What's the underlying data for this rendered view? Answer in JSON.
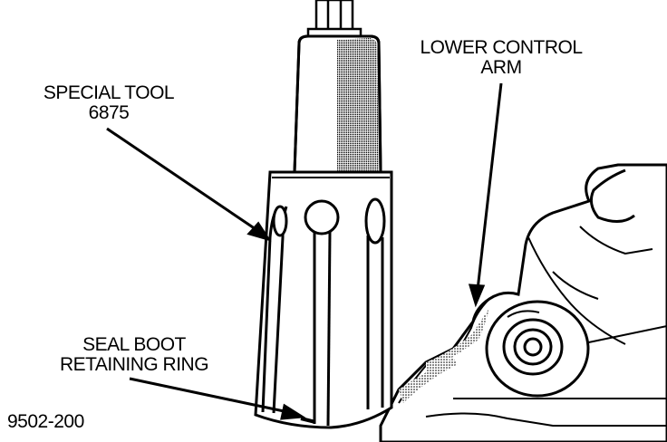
{
  "labels": {
    "special_tool_line1": "SPECIAL TOOL",
    "special_tool_line2": "6875",
    "lower_control_arm_line1": "LOWER CONTROL",
    "lower_control_arm_line2": "ARM",
    "seal_boot_line1": "SEAL BOOT",
    "seal_boot_line2": "RETAINING RING",
    "figure_id": "9502-200"
  },
  "colors": {
    "ink": "#000000",
    "paper": "#ffffff"
  }
}
